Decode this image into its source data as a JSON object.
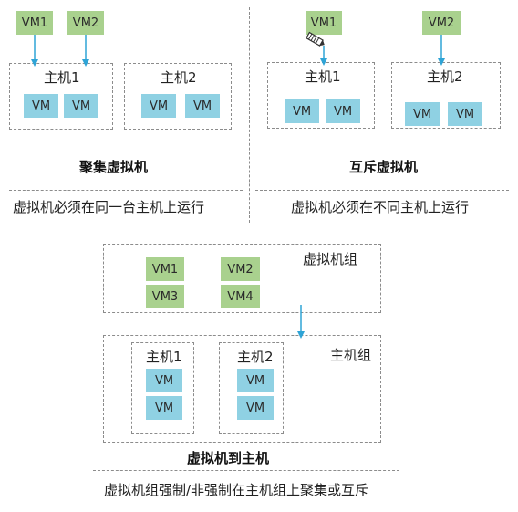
{
  "vm": "VM",
  "vm1": "VM1",
  "vm2": "VM2",
  "vm3": "VM3",
  "vm4": "VM4",
  "host1": "主机1",
  "host2": "主机2",
  "affinity": {
    "title": "聚集虚拟机",
    "desc": "虚拟机必须在同一台主机上运行"
  },
  "anti_affinity": {
    "title": "互斥虚拟机",
    "desc": "虚拟机必须在不同主机上运行"
  },
  "vm_to_host": {
    "vm_group": "虚拟机组",
    "host_group": "主机组",
    "title": "虚拟机到主机",
    "desc": "虚拟机组强制/非强制在主机组上聚集或互斥"
  },
  "colors": {
    "vm_green": "#a9d18e",
    "vm_blue": "#8fd1e3",
    "arrow": "#2fa4d6"
  }
}
